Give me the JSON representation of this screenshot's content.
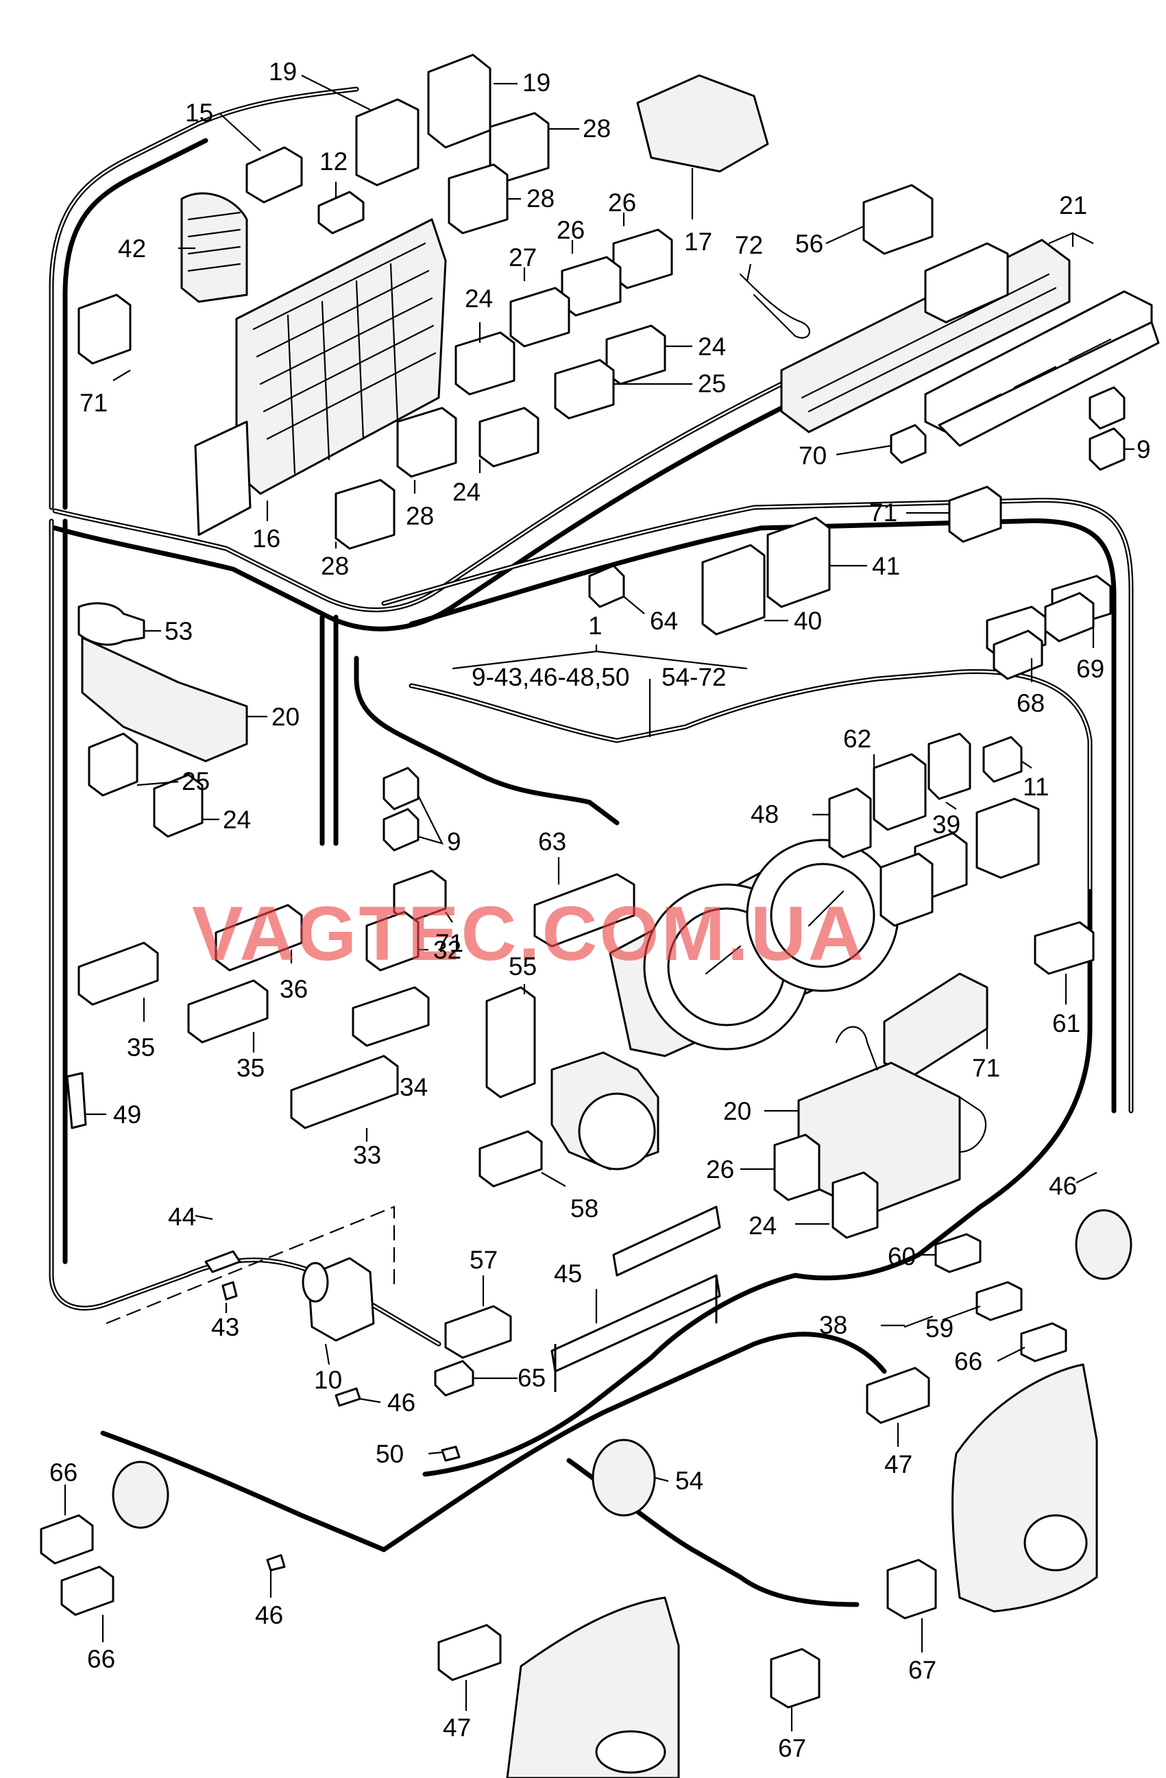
{
  "watermark": "VAGTEC.COM.UA",
  "callouts": [
    {
      "id": "c19a",
      "text": "19"
    },
    {
      "id": "c19b",
      "text": "19"
    },
    {
      "id": "c15",
      "text": "15"
    },
    {
      "id": "c12",
      "text": "12"
    },
    {
      "id": "c28a",
      "text": "28"
    },
    {
      "id": "c28b",
      "text": "28"
    },
    {
      "id": "c17",
      "text": "17"
    },
    {
      "id": "c26a",
      "text": "26"
    },
    {
      "id": "c26b",
      "text": "26"
    },
    {
      "id": "c27",
      "text": "27"
    },
    {
      "id": "c72",
      "text": "72"
    },
    {
      "id": "c56",
      "text": "56"
    },
    {
      "id": "c21",
      "text": "21"
    },
    {
      "id": "c42",
      "text": "42"
    },
    {
      "id": "c24a",
      "text": "24"
    },
    {
      "id": "c24b",
      "text": "24"
    },
    {
      "id": "c25a",
      "text": "25"
    },
    {
      "id": "c71a",
      "text": "71"
    },
    {
      "id": "c24c",
      "text": "24"
    },
    {
      "id": "c28c",
      "text": "28"
    },
    {
      "id": "c16",
      "text": "16"
    },
    {
      "id": "c28d",
      "text": "28"
    },
    {
      "id": "c70",
      "text": "70"
    },
    {
      "id": "c9a",
      "text": "9"
    },
    {
      "id": "c71b",
      "text": "71"
    },
    {
      "id": "c41",
      "text": "41"
    },
    {
      "id": "c40",
      "text": "40"
    },
    {
      "id": "c64",
      "text": "64"
    },
    {
      "id": "c1",
      "text": "1"
    },
    {
      "id": "crangeA",
      "text": "9-43,46-48,50"
    },
    {
      "id": "crangeB",
      "text": "54-72"
    },
    {
      "id": "c53",
      "text": "53"
    },
    {
      "id": "c20a",
      "text": "20"
    },
    {
      "id": "c25b",
      "text": "25"
    },
    {
      "id": "c24d",
      "text": "24"
    },
    {
      "id": "c69",
      "text": "69"
    },
    {
      "id": "c68",
      "text": "68"
    },
    {
      "id": "c62",
      "text": "62"
    },
    {
      "id": "c11",
      "text": "11"
    },
    {
      "id": "c39",
      "text": "39"
    },
    {
      "id": "c48",
      "text": "48"
    },
    {
      "id": "c9b",
      "text": "9"
    },
    {
      "id": "c63",
      "text": "63"
    },
    {
      "id": "c71c",
      "text": "71"
    },
    {
      "id": "c32",
      "text": "32"
    },
    {
      "id": "c36",
      "text": "36"
    },
    {
      "id": "c35a",
      "text": "35"
    },
    {
      "id": "c35b",
      "text": "35"
    },
    {
      "id": "c55",
      "text": "55"
    },
    {
      "id": "c34",
      "text": "34"
    },
    {
      "id": "c33",
      "text": "33"
    },
    {
      "id": "c49",
      "text": "49"
    },
    {
      "id": "c61",
      "text": "61"
    },
    {
      "id": "c71d",
      "text": "71"
    },
    {
      "id": "c20b",
      "text": "20"
    },
    {
      "id": "c58",
      "text": "58"
    },
    {
      "id": "c26c",
      "text": "26"
    },
    {
      "id": "c24e",
      "text": "24"
    },
    {
      "id": "c46a",
      "text": "46"
    },
    {
      "id": "c44",
      "text": "44"
    },
    {
      "id": "c57",
      "text": "57"
    },
    {
      "id": "c45",
      "text": "45"
    },
    {
      "id": "c43",
      "text": "43"
    },
    {
      "id": "c10",
      "text": "10"
    },
    {
      "id": "c60",
      "text": "60"
    },
    {
      "id": "c38",
      "text": "38"
    },
    {
      "id": "c59",
      "text": "59"
    },
    {
      "id": "c66a",
      "text": "66"
    },
    {
      "id": "c65",
      "text": "65"
    },
    {
      "id": "c46b",
      "text": "46"
    },
    {
      "id": "c50",
      "text": "50"
    },
    {
      "id": "c54",
      "text": "54"
    },
    {
      "id": "c47a",
      "text": "47"
    },
    {
      "id": "c66b",
      "text": "66"
    },
    {
      "id": "c66c",
      "text": "66"
    },
    {
      "id": "c46c",
      "text": "46"
    },
    {
      "id": "c47b",
      "text": "47"
    },
    {
      "id": "c67a",
      "text": "67"
    },
    {
      "id": "c67b",
      "text": "67"
    }
  ]
}
